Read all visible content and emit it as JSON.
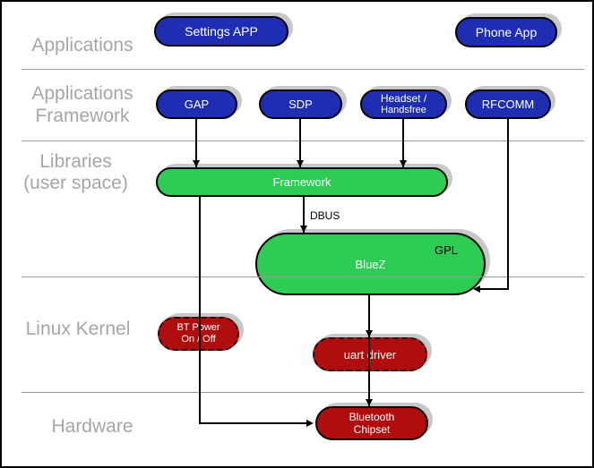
{
  "rows": {
    "applications": {
      "label": "Applications"
    },
    "applications_framework": {
      "line1": "Applications",
      "line2": "Framework"
    },
    "libraries": {
      "line1": "Libraries",
      "line2": "(user space)"
    },
    "linux_kernel": {
      "label": "Linux Kernel"
    },
    "hardware": {
      "label": "Hardware"
    }
  },
  "nodes": {
    "settings_app": {
      "label": "Settings APP"
    },
    "phone_app": {
      "label": "Phone App"
    },
    "gap": {
      "label": "GAP"
    },
    "sdp": {
      "label": "SDP"
    },
    "headset": {
      "line1": "Headset /",
      "line2": "Handsfree"
    },
    "rfcomm": {
      "label": "RFCOMM"
    },
    "framework": {
      "label": "Framework"
    },
    "bluez": {
      "label": "BlueZ",
      "badge": "GPL"
    },
    "bt_power": {
      "line1": "BT Power",
      "line2": "On / Off"
    },
    "uart_driver": {
      "label": "uart driver"
    },
    "bluetooth_chipset": {
      "line1": "Bluetooth",
      "line2": "Chipset"
    }
  },
  "edges": {
    "dbus_label": "DBUS"
  },
  "colors": {
    "app_node_blue": "#1E2DB2",
    "userspace_node_green": "#2ECB55",
    "kernel_node_red": "#B00E0E",
    "layer_label_gray": "#A6A6A6",
    "shadow_gray": "#C8C8C8",
    "divider_gray": "#9A9A9A",
    "node_text": "#FFFFFF",
    "edge_black": "#000000"
  }
}
